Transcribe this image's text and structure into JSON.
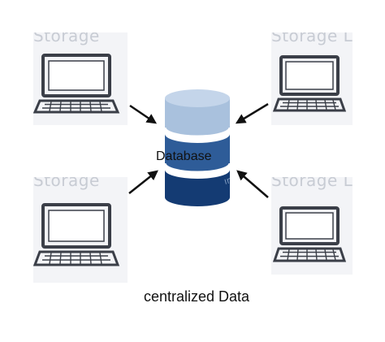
{
  "tiles": {
    "watermark_text": "Storage",
    "watermark_text_right": "Storage  L"
  },
  "database": {
    "label": "Database",
    "colors": {
      "top": "#a9c1dd",
      "middle": "#2e5c98",
      "bottom": "#143b73"
    }
  },
  "caption": "centralized Data",
  "colors": {
    "tile_bg": "#f3f4f7",
    "computer_stroke": "#3b3f48",
    "arrow": "#111111"
  }
}
